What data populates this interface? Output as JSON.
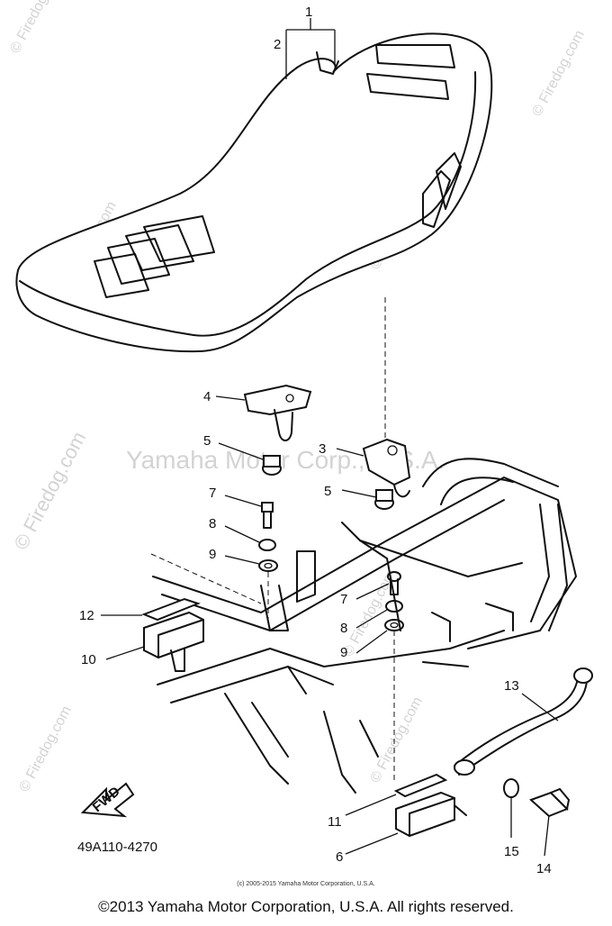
{
  "callouts": {
    "c1": "1",
    "c2": "2",
    "c3": "3",
    "c4": "4",
    "c5a": "5",
    "c5b": "5",
    "c6": "6",
    "c7a": "7",
    "c7b": "7",
    "c8a": "8",
    "c8b": "8",
    "c9a": "9",
    "c9b": "9",
    "c10": "10",
    "c11": "11",
    "c12": "12",
    "c13": "13",
    "c14": "14",
    "c15": "15"
  },
  "fwd_label": "FWD",
  "diagram_code": "49A110-4270",
  "watermarks": {
    "center": "Yamaha Motor Corp., U.S.A.",
    "w1": "© Firedog.com",
    "w2": "© Firedog.com",
    "w3": "© Firedog.com",
    "w4": "© Firedog.com",
    "w5": "© Firedog.com",
    "w6": "© Firedog.com",
    "w7": "© Firedog.com",
    "w8": "© Firedog.com"
  },
  "small_credit": "(c) 2005-2015 Yamaha Motor Corporation, U.S.A.",
  "copyright": "©2013 Yamaha Motor Corporation, U.S.A. All rights reserved."
}
